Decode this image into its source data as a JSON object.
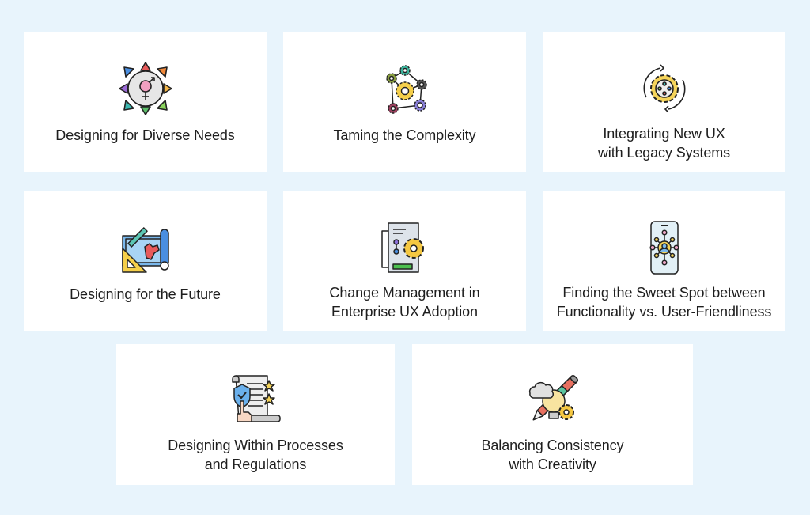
{
  "background_color": "#e8f4fc",
  "card_color": "#ffffff",
  "cards": [
    {
      "title": "Designing for Diverse Needs",
      "icon": "gender-diversity-arrows-icon"
    },
    {
      "title": "Taming the Complexity",
      "icon": "gear-network-icon"
    },
    {
      "title": "Integrating New UX\nwith Legacy Systems",
      "icon": "gear-cycle-arrows-icon"
    },
    {
      "title": "Designing for the Future",
      "icon": "blueprint-pencil-ruler-icon"
    },
    {
      "title": "Change Management in\nEnterprise UX Adoption",
      "icon": "document-gear-flow-icon"
    },
    {
      "title": "Finding the Sweet Spot between\nFunctionality vs. User-Friendliness",
      "icon": "phone-user-network-icon"
    },
    {
      "title": "Designing Within Processes\nand Regulations",
      "icon": "scroll-shield-check-icon"
    },
    {
      "title": "Balancing Consistency\nwith Creativity",
      "icon": "lightbulb-pencil-cloud-icon"
    }
  ]
}
